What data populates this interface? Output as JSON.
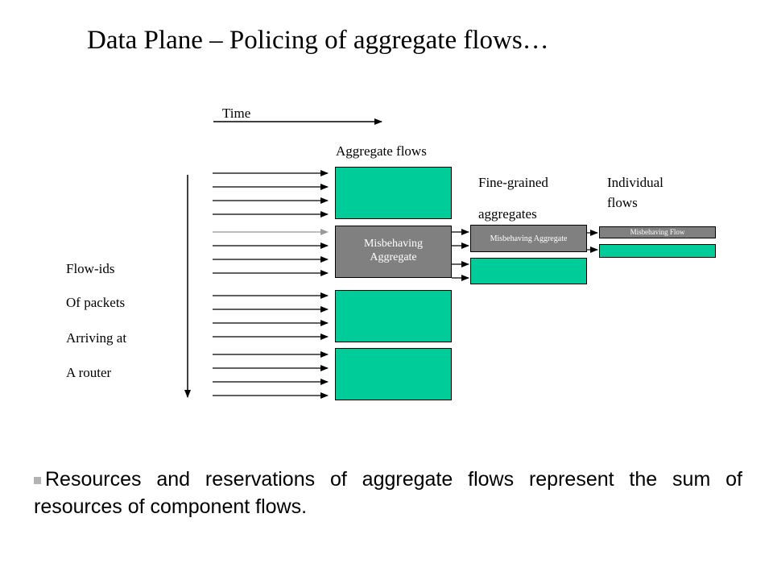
{
  "slide": {
    "title": "Data Plane – Policing of aggregate flows…"
  },
  "diagram": {
    "time_label": "Time",
    "aggregate_flows_label": "Aggregate flows",
    "fine_grained_label_line1": "Fine-grained",
    "fine_grained_label_line2": "aggregates",
    "individual_flows_label_line1": "Individual",
    "individual_flows_label_line2": "flows",
    "flow_ids_lines": [
      "Flow-ids",
      "Of packets",
      "Arriving at",
      "A router"
    ],
    "misbehaving_aggregate_line1": "Misbehaving",
    "misbehaving_aggregate_line2": "Aggregate",
    "misbehaving_fine_aggregate": "Misbehaving Aggregate",
    "misbehaving_flow": "Misbehaving Flow"
  },
  "bullet": {
    "text": "Resources and reservations of aggregate flows represent the sum of resources of component flows."
  },
  "colors": {
    "normal_box": "#00cc99",
    "misbehaving_box": "#808080",
    "arrow": "#000000",
    "highlight_arrow": "#999999"
  }
}
